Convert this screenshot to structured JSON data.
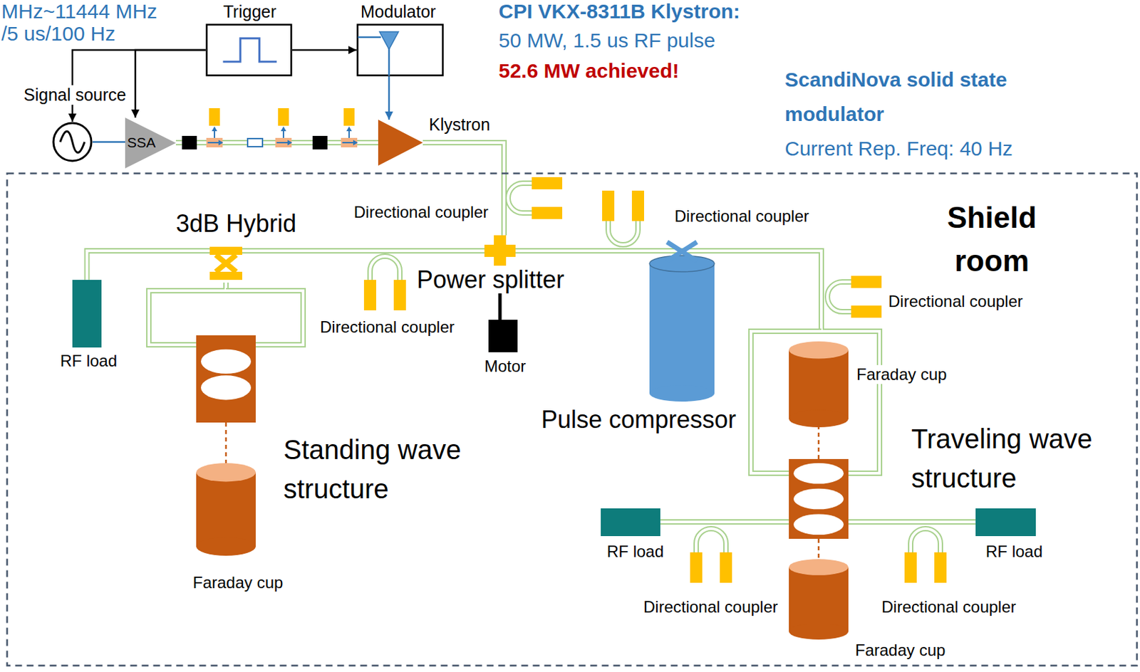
{
  "diagram": {
    "nodes": [
      {
        "text": [
          "Trigger"
        ]
      },
      {
        "text": [
          "Modulator"
        ]
      },
      {
        "text": [
          "Signal source"
        ]
      },
      {
        "text": [
          "SSA"
        ]
      },
      {
        "text": [
          "Klystron"
        ]
      },
      {
        "text": [
          "Shield room"
        ]
      },
      {
        "text": [
          "3dB Hybrid"
        ],
        "in": 5
      },
      {
        "text": [
          "Power splitter"
        ],
        "in": 5
      },
      {
        "text": [
          "Motor"
        ],
        "in": 5
      },
      {
        "text": [
          "RF load"
        ],
        "in": 5
      },
      {
        "text": [
          "Standing wave structure"
        ],
        "in": 5
      },
      {
        "text": [
          "Faraday cup"
        ],
        "in": 5
      },
      {
        "text": [
          "Pulse compressor"
        ],
        "in": 5
      },
      {
        "text": [
          "Faraday cup"
        ],
        "in": 5
      },
      {
        "text": [
          "Traveling wave structure"
        ],
        "in": 5
      },
      {
        "text": [
          "RF load"
        ],
        "in": 5
      },
      {
        "text": [
          "RF load"
        ],
        "in": 5
      },
      {
        "text": [
          "Faraday cup"
        ],
        "in": 5
      }
    ],
    "edges": [
      {
        "from": 0,
        "to": 1,
        "arrow": "to"
      },
      {
        "from": 0,
        "to": 2,
        "arrow": "to"
      },
      {
        "from": 0,
        "to": 3,
        "arrow": "to"
      },
      {
        "from": 1,
        "to": 4,
        "arrow": "to"
      },
      {
        "from": 2,
        "to": 3,
        "arrow": "none"
      },
      {
        "from": 3,
        "to": 4,
        "arrow": "none"
      },
      {
        "from": 4,
        "to": 7,
        "arrow": "none"
      },
      {
        "from": 7,
        "to": 6,
        "arrow": "none"
      },
      {
        "from": 6,
        "to": 9,
        "arrow": "none"
      },
      {
        "from": 6,
        "to": 10,
        "arrow": "none"
      },
      {
        "from": 10,
        "to": 11,
        "arrow": "none"
      },
      {
        "from": 7,
        "to": 8,
        "arrow": "none"
      },
      {
        "from": 7,
        "to": 14,
        "arrow": "none"
      },
      {
        "from": 14,
        "to": 15,
        "arrow": "none"
      },
      {
        "from": 14,
        "to": 16,
        "arrow": "none"
      },
      {
        "from": 14,
        "to": 13,
        "arrow": "none"
      },
      {
        "from": 14,
        "to": 17,
        "arrow": "none"
      }
    ],
    "labels": [
      "MHz~11444 MHz",
      "/5 us/100 Hz",
      "CPI VKX-8311B Klystron:",
      "50 MW, 1.5 us RF pulse",
      "52.6 MW achieved!",
      "ScandiNova solid state modulator",
      "Current Rep. Freq: 40 Hz",
      "Directional coupler",
      "Directional coupler",
      "Directional coupler",
      "Directional coupler",
      "Directional coupler",
      "Directional coupler"
    ]
  }
}
